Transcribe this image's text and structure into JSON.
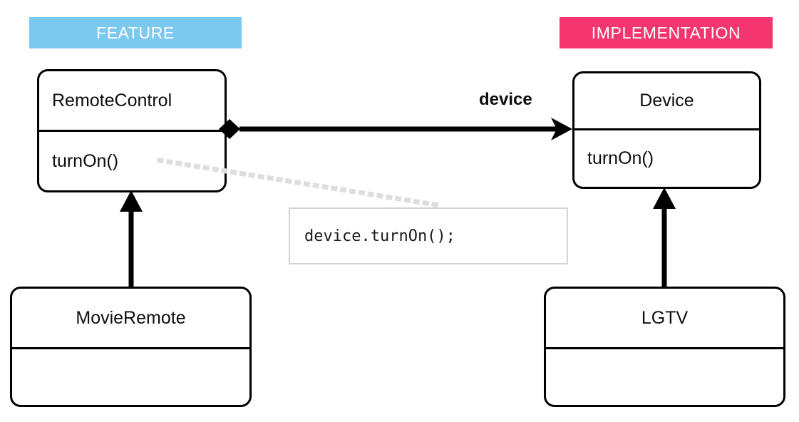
{
  "diagram": {
    "title": "Bridge pattern class diagram",
    "background": "#ffffff",
    "stroke": "#000000"
  },
  "banners": {
    "feature": {
      "label": "FEATURE",
      "color": "#7CC9F0",
      "text_color": "#ffffff"
    },
    "implementation": {
      "label": "IMPLEMENTATION",
      "color": "#F4356F",
      "text_color": "#ffffff"
    }
  },
  "classes": {
    "remotecontrol": {
      "name": "RemoteControl",
      "members": "turnOn()"
    },
    "device": {
      "name": "Device",
      "members": "turnOn()"
    },
    "movieremote": {
      "name": "MovieRemote",
      "members": ""
    },
    "lgtv": {
      "name": "LGTV",
      "members": ""
    }
  },
  "relations": {
    "association": {
      "label": "device",
      "from": "RemoteControl",
      "to": "Device",
      "source_marker": "filled-diamond",
      "target_marker": "open-arrow",
      "kind": "composition"
    },
    "inheritance_left": {
      "from": "MovieRemote",
      "to": "RemoteControl",
      "target_marker": "filled-triangle"
    },
    "inheritance_right": {
      "from": "LGTV",
      "to": "Device",
      "target_marker": "filled-triangle"
    }
  },
  "note": {
    "code": "device.turnOn();",
    "border_color": "#d5d5d5",
    "leader_style": "dotted",
    "leader_color": "#dcdcdc",
    "anchored_to": "RemoteControl"
  }
}
